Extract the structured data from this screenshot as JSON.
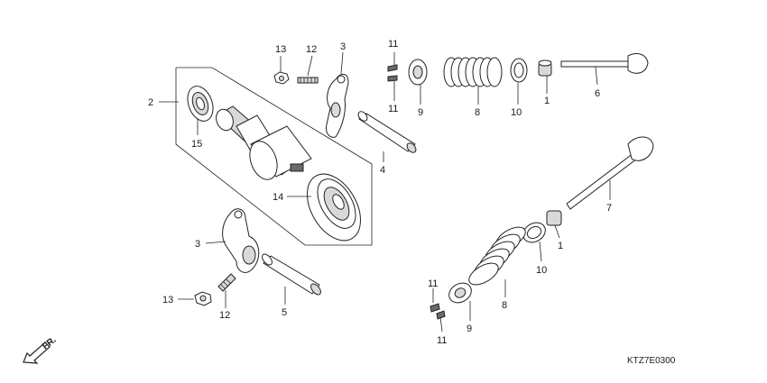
{
  "diagram_code": "KTZ7E0300",
  "front_arrow_label": "FR.",
  "callouts": {
    "c13a": "13",
    "c12a": "12",
    "c3a": "3",
    "c11a": "11",
    "c11b": "11",
    "c9a": "9",
    "c8a": "8",
    "c10a": "10",
    "c1a": "1",
    "c6": "6",
    "c2": "2",
    "c15": "15",
    "c4": "4",
    "c14": "14",
    "c7": "7",
    "c3b": "3",
    "c1b": "1",
    "c10b": "10",
    "c13b": "13",
    "c12b": "12",
    "c5": "5",
    "c11c": "11",
    "c8b": "8",
    "c9b": "9",
    "c11d": "11"
  }
}
